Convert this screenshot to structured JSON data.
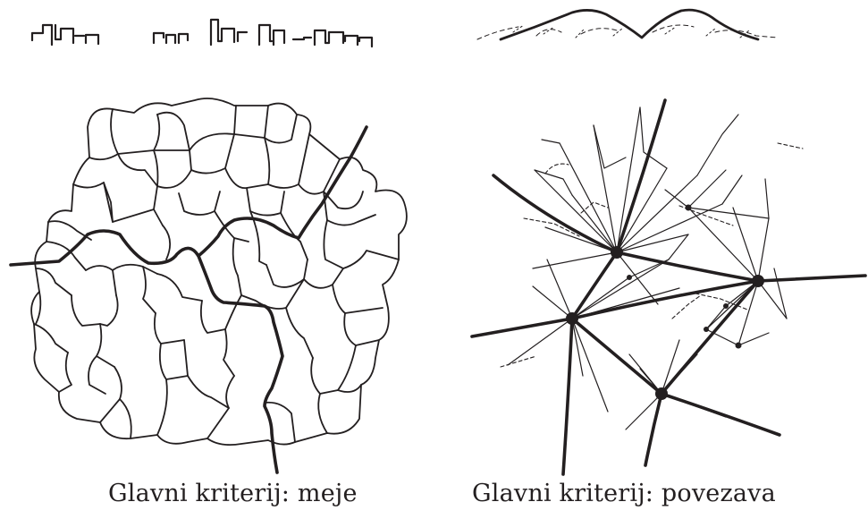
{
  "panels": [
    {
      "id": "boundaries",
      "caption": "Glavni kriterij: meje",
      "profile_icon": "skyline-profile-icon",
      "diagram_icon": "cell-mosaic-with-boundary-lines-icon"
    },
    {
      "id": "connectivity",
      "caption": "Glavni kriterij: povezava",
      "profile_icon": "hill-profile-icon",
      "diagram_icon": "radial-node-network-icon"
    }
  ],
  "colors": {
    "ink": "#231f20",
    "background": "#ffffff"
  }
}
